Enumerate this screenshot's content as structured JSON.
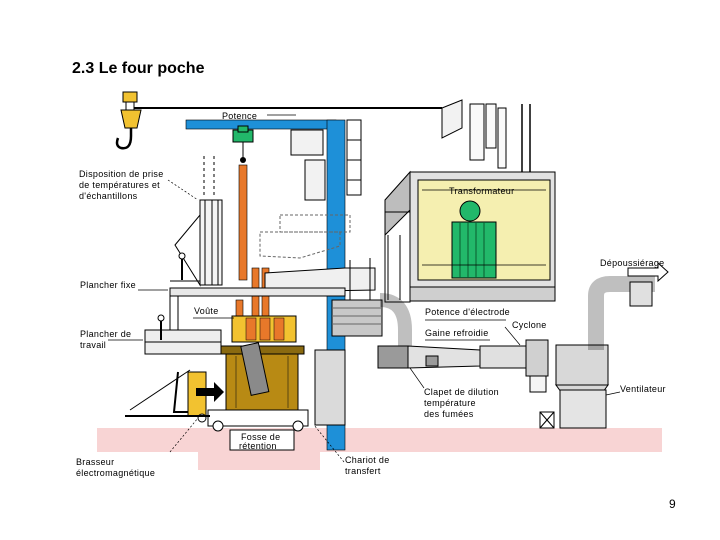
{
  "slide": {
    "title": "2.3 Le four poche",
    "page_number": "9"
  },
  "labels": {
    "potence": "Potence",
    "disposition_1": "Disposition de prise",
    "disposition_2": "de températures et",
    "disposition_3": "d'échantillons",
    "transformateur": "Transformateur",
    "depoussierage": "Dépoussiérage",
    "plancher_fixe": "Plancher fixe",
    "voute": "Voûte",
    "potence_electrode": "Potence d'électrode",
    "cyclone": "Cyclone",
    "gaine_refroidie": "Gaine refroidie",
    "plancher_travail_1": "Plancher de",
    "plancher_travail_2": "travail",
    "clapet_1": "Clapet de  dilution",
    "clapet_2": "température",
    "clapet_3": "des fumées",
    "ventilateur": "Ventilateur",
    "fosse_1": "Fosse de",
    "fosse_2": "rétention",
    "brasseur_1": "Brasseur",
    "brasseur_2": "électromagnétique",
    "chariot_1": "Chariot de",
    "chariot_2": "transfert"
  },
  "colors": {
    "crane_hook": "#f2c230",
    "gantry_blue": "#1e90d8",
    "electrode_orange": "#e8782a",
    "ladle_gold": "#b88a14",
    "transformer_room": "#f5efb0",
    "transformer_green": "#22b86a",
    "floor_pink": "#f8d4d4",
    "ducts_grey": "#c8c8c8"
  }
}
